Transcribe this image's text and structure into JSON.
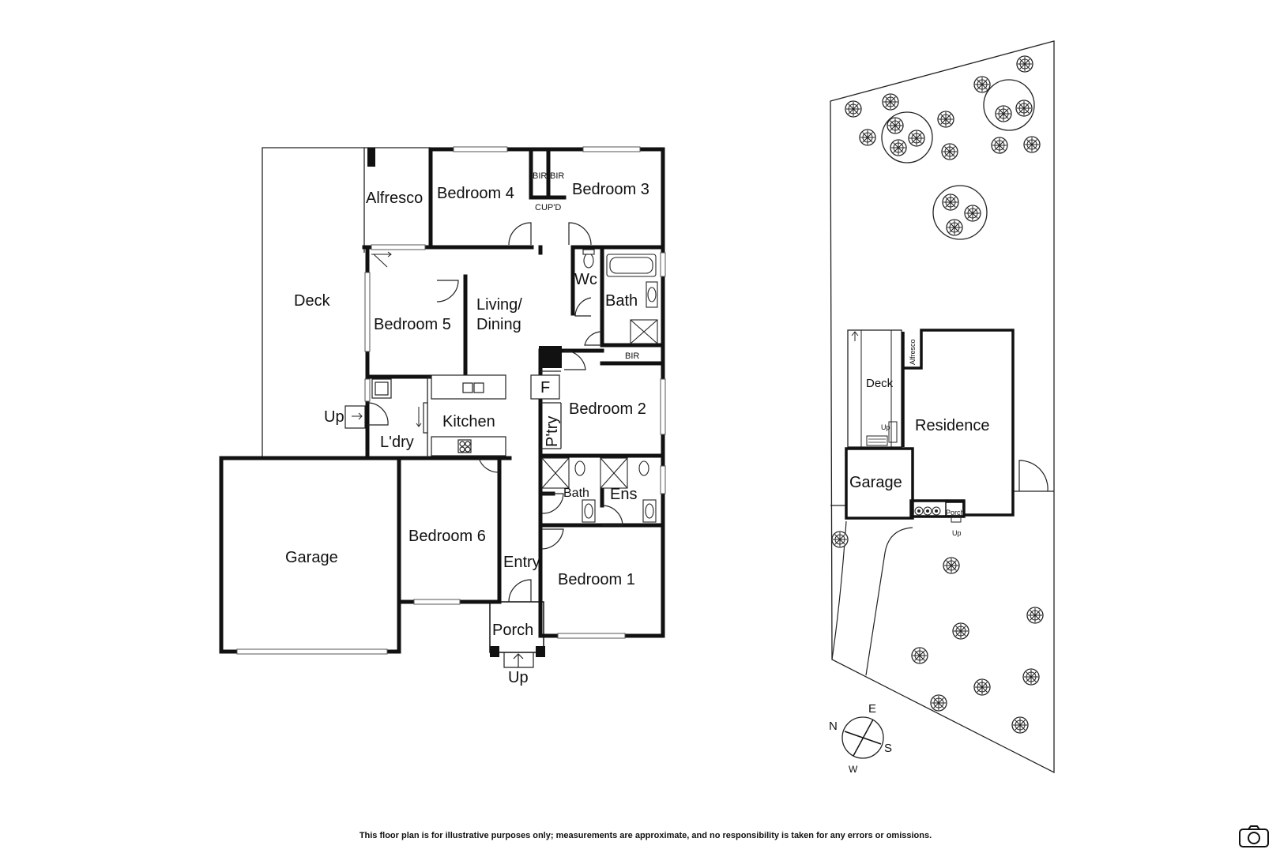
{
  "floor_plan": {
    "rooms": {
      "alfresco": "Alfresco",
      "bedroom4": "Bedroom 4",
      "bir_left": "BIR",
      "bir_right": "BIR",
      "bedroom3": "Bedroom 3",
      "cupd": "CUP'D",
      "deck": "Deck",
      "wc": "Wc",
      "bath_main": "Bath",
      "living_line1": "Living/",
      "living_line2": "Dining",
      "bedroom5": "Bedroom 5",
      "bir_bed2": "BIR",
      "fridge": "F",
      "bedroom2": "Bedroom 2",
      "up_laundry": "Up",
      "kitchen": "Kitchen",
      "pantry": "P'try",
      "laundry": "L'dry",
      "bath_2": "Bath",
      "ensuite": "Ens",
      "bedroom6": "Bedroom 6",
      "garage": "Garage",
      "entry": "Entry",
      "bedroom1": "Bedroom 1",
      "porch": "Porch",
      "up_porch": "Up"
    }
  },
  "site_plan": {
    "labels": {
      "alfresco": "Alfresco",
      "deck": "Deck",
      "residence": "Residence",
      "up_deck": "Up",
      "garage": "Garage",
      "porch": "Porch",
      "up_porch": "Up"
    },
    "compass": {
      "north": "N",
      "east": "E",
      "south": "S",
      "west": "W"
    }
  },
  "footer": {
    "disclaimer": "This floor plan is for illustrative purposes only; measurements are approximate, and no responsibility is taken for any errors or omissions."
  },
  "icons": {
    "camera": "camera-icon"
  }
}
